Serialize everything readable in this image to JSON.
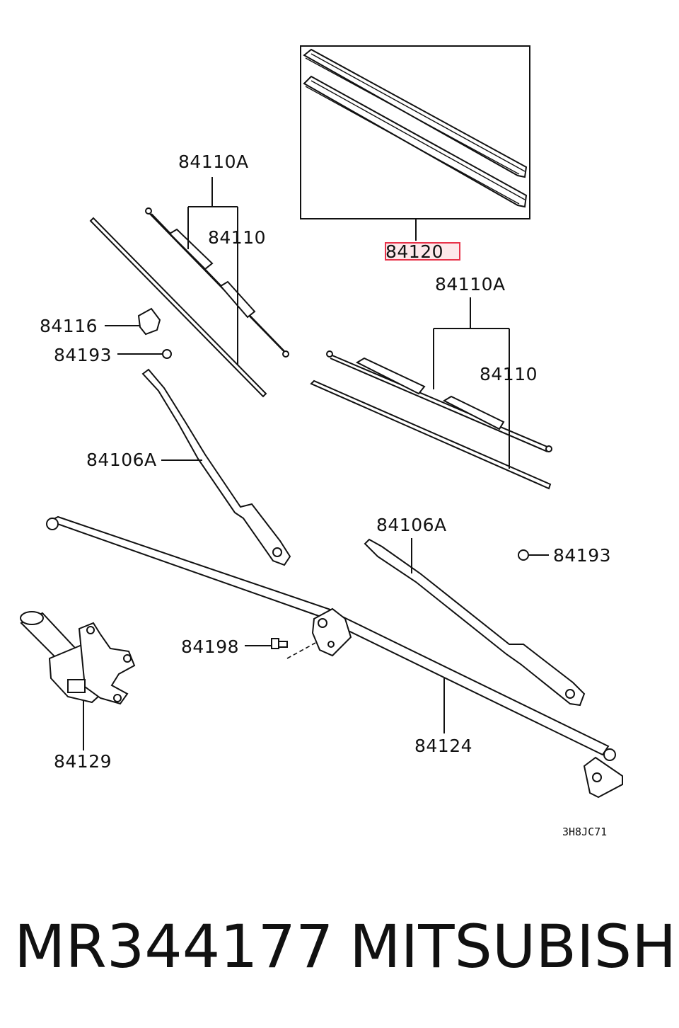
{
  "labels": {
    "frame_part": "84120",
    "left_blade_group": "84110A",
    "left_blade_refill": "84110",
    "right_blade_group": "84110A",
    "right_blade_refill": "84110",
    "cap": "84116",
    "nut_left": "84193",
    "nut_right": "84193",
    "arm_left": "84106A",
    "arm_right": "84106A",
    "bolt": "84198",
    "motor": "84129",
    "linkage": "84124"
  },
  "diagram_code": "3H8JC71",
  "footer": {
    "part_number": "MR344177",
    "brand": "MITSUBISHI"
  },
  "colors": {
    "line": "#111111",
    "highlight": "#e8334a",
    "highlight_fill": "#fde8ea"
  }
}
